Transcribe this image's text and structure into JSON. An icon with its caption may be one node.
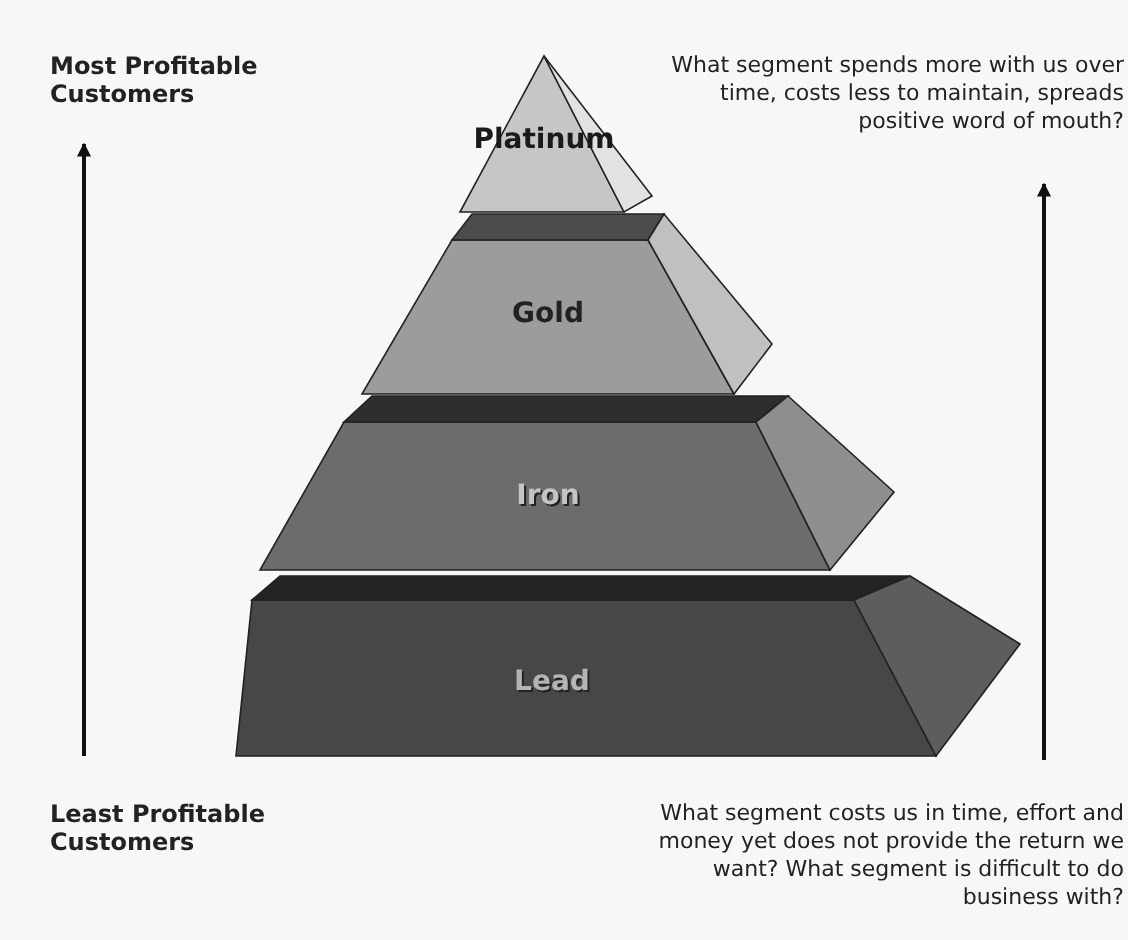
{
  "diagram": {
    "nodes": [
      {
        "text": [
          "Platinum"
        ]
      },
      {
        "text": [
          "Gold"
        ]
      },
      {
        "text": [
          "Iron"
        ]
      },
      {
        "text": [
          "Lead"
        ]
      }
    ],
    "labels": [
      "Most Profitable Customers",
      "What segment spends more with us over time, costs less to maintain, spreads positive word of mouth?",
      "Least Profitable Customers",
      "What segment costs us in time, effort and money yet does not provide the return we want? What segment is difficult to do business with?"
    ]
  }
}
